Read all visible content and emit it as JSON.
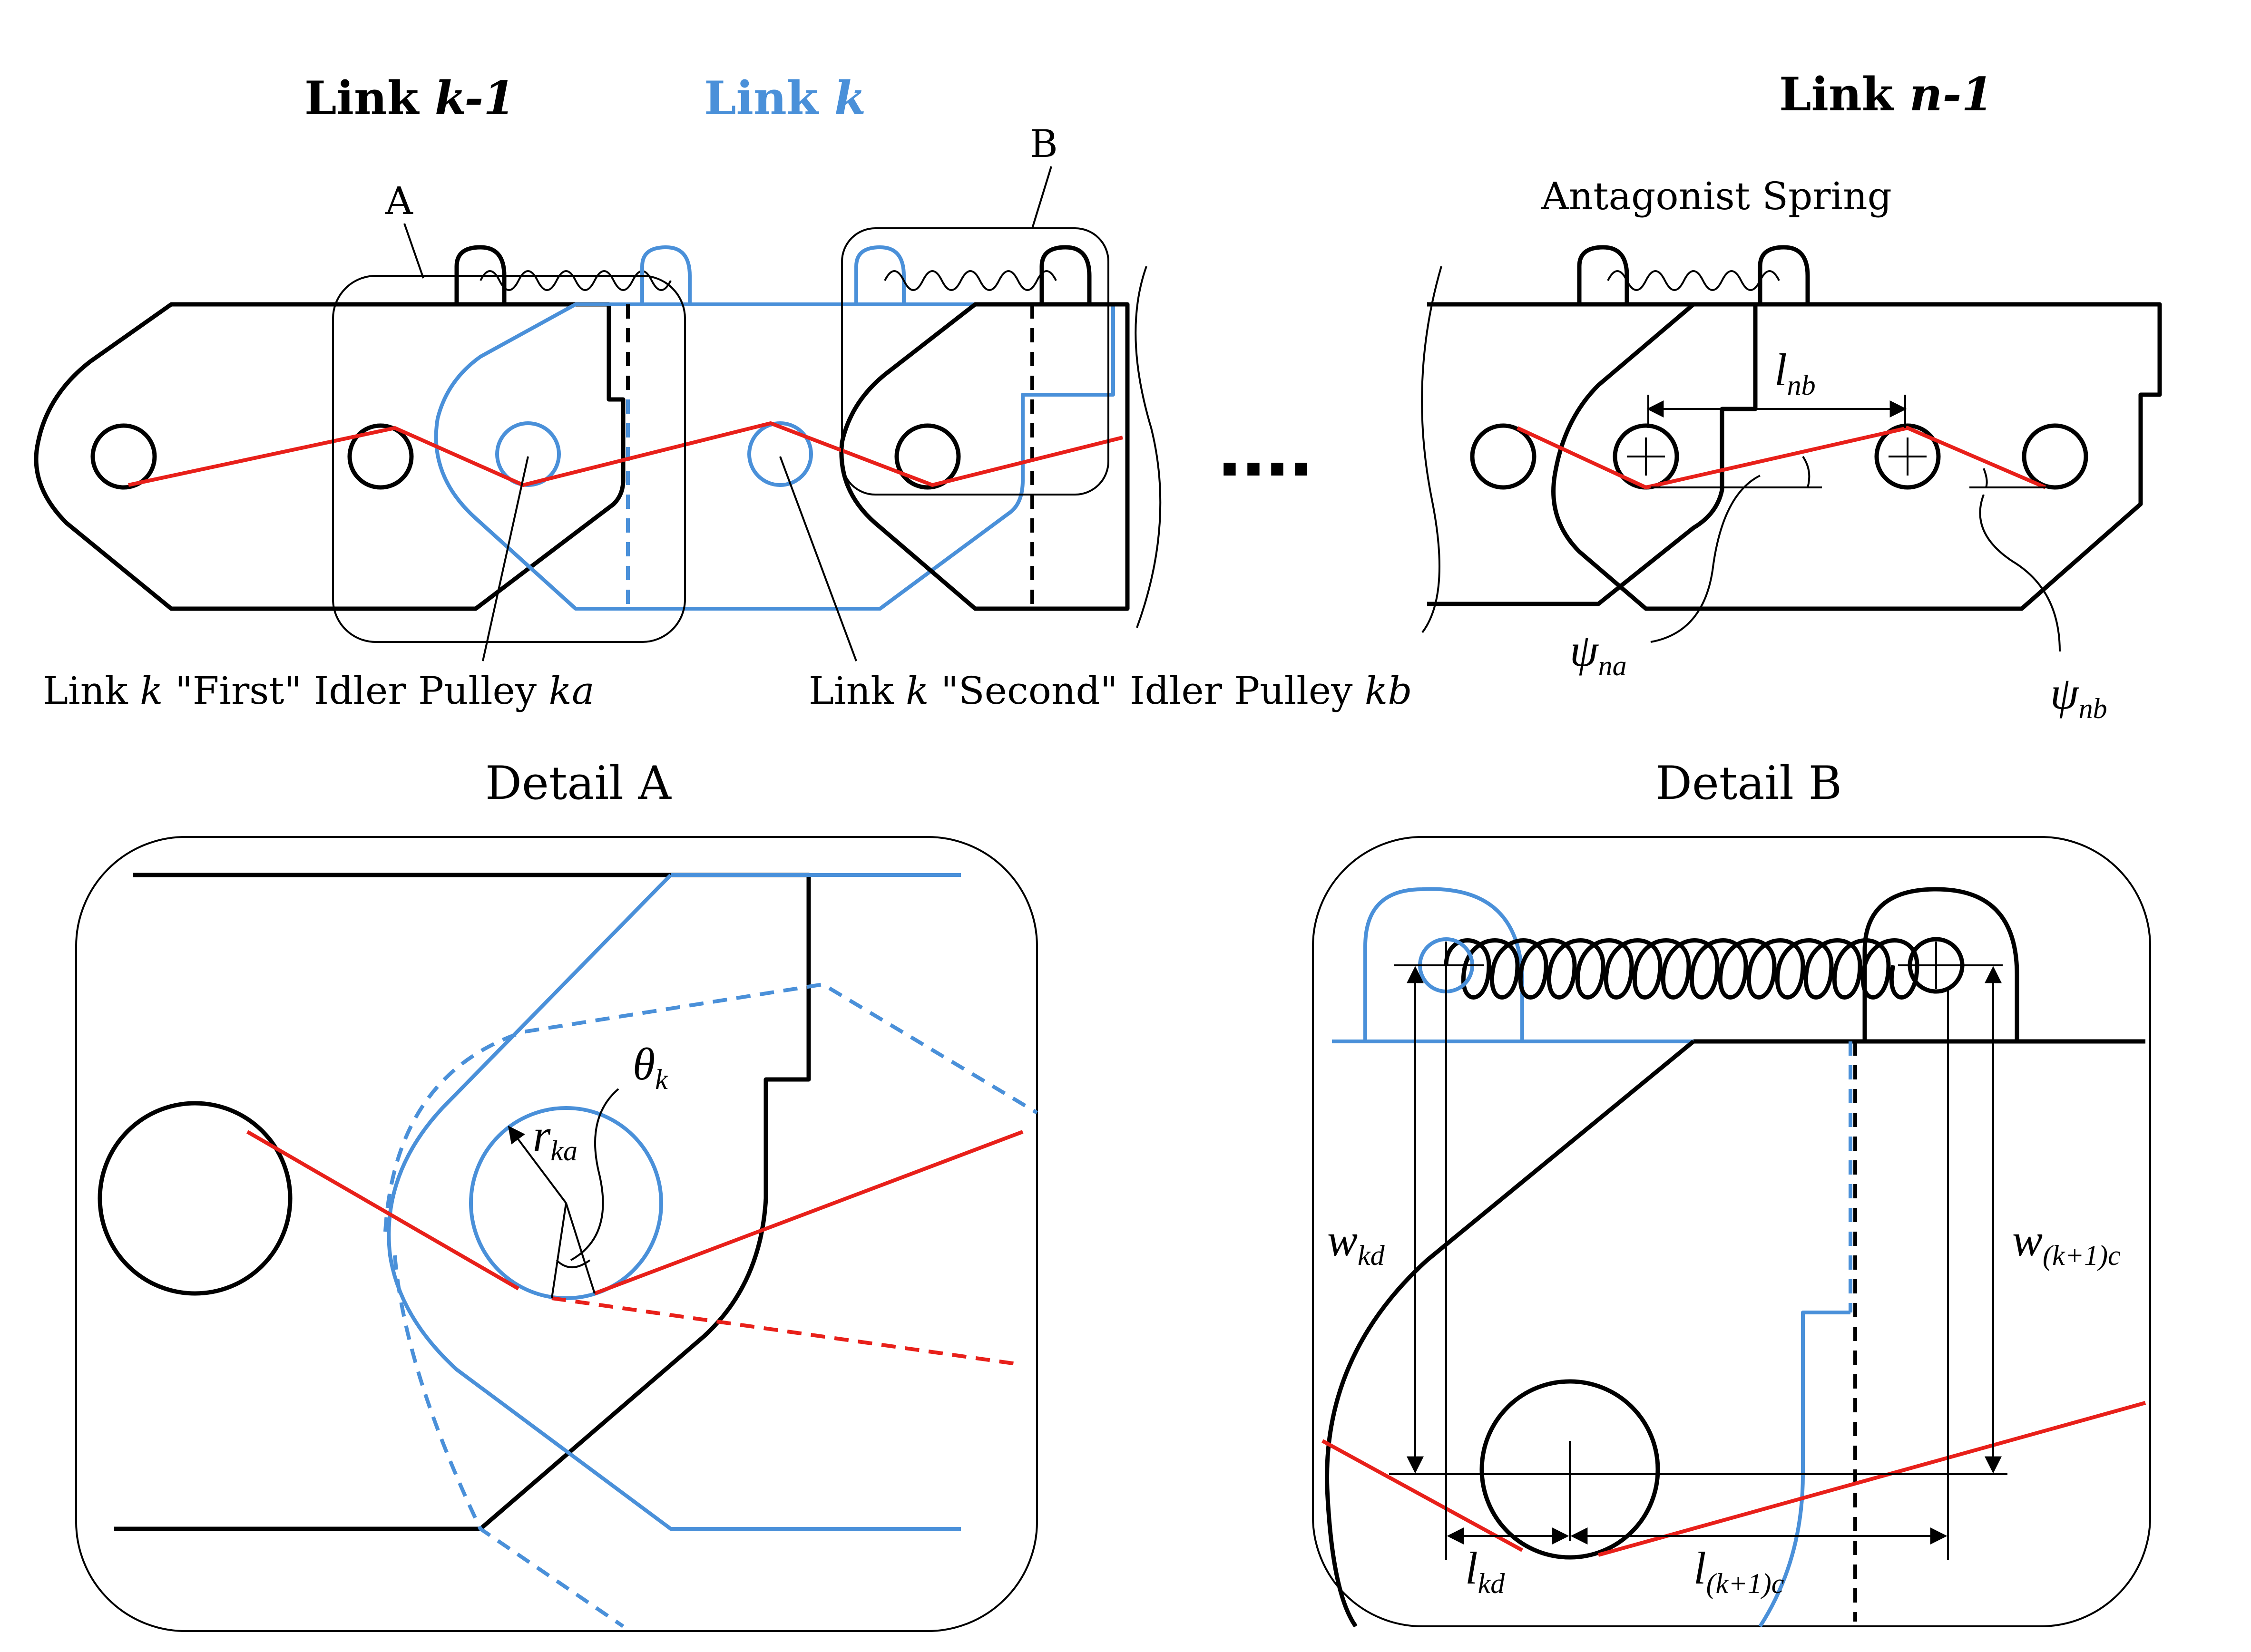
{
  "titles": {
    "link_km1": {
      "prefix": "Link ",
      "var": "k-1"
    },
    "link_k": {
      "prefix": "Link ",
      "var": "k"
    },
    "link_nm1": {
      "prefix": "Link ",
      "var": "n-1"
    }
  },
  "callouts": {
    "a": "A",
    "b": "B",
    "antagonist_spring": "Antagonist Spring"
  },
  "pulley_labels": {
    "first": {
      "pre": "Link ",
      "k": "k",
      "mid": " \"First\" Idler Pulley ",
      "id": "ka"
    },
    "second": {
      "pre": "Link ",
      "k": "k",
      "mid": " \"Second\" Idler Pulley ",
      "id": "kb"
    }
  },
  "ellipsis": "....",
  "details": {
    "a_title": "Detail A",
    "b_title": "Detail B"
  },
  "symbols": {
    "l_nb": {
      "base": "l",
      "sub": "nb"
    },
    "psi_na": {
      "base": "ψ",
      "sub": "na"
    },
    "psi_nb": {
      "base": "ψ",
      "sub": "nb"
    },
    "theta_k": {
      "base": "θ",
      "sub": "k"
    },
    "r_ka": {
      "base": "r",
      "sub": "ka"
    },
    "w_kd": {
      "base": "w",
      "sub": "kd"
    },
    "w_k1c": {
      "base": "w",
      "sub": "(k+1)c"
    },
    "l_kd": {
      "base": "l",
      "sub": "kd"
    },
    "l_k1c": {
      "base": "l",
      "sub": "(k+1)c"
    }
  },
  "colors": {
    "black": "#000000",
    "blue": "#4a90d9",
    "red": "#e8201a"
  }
}
